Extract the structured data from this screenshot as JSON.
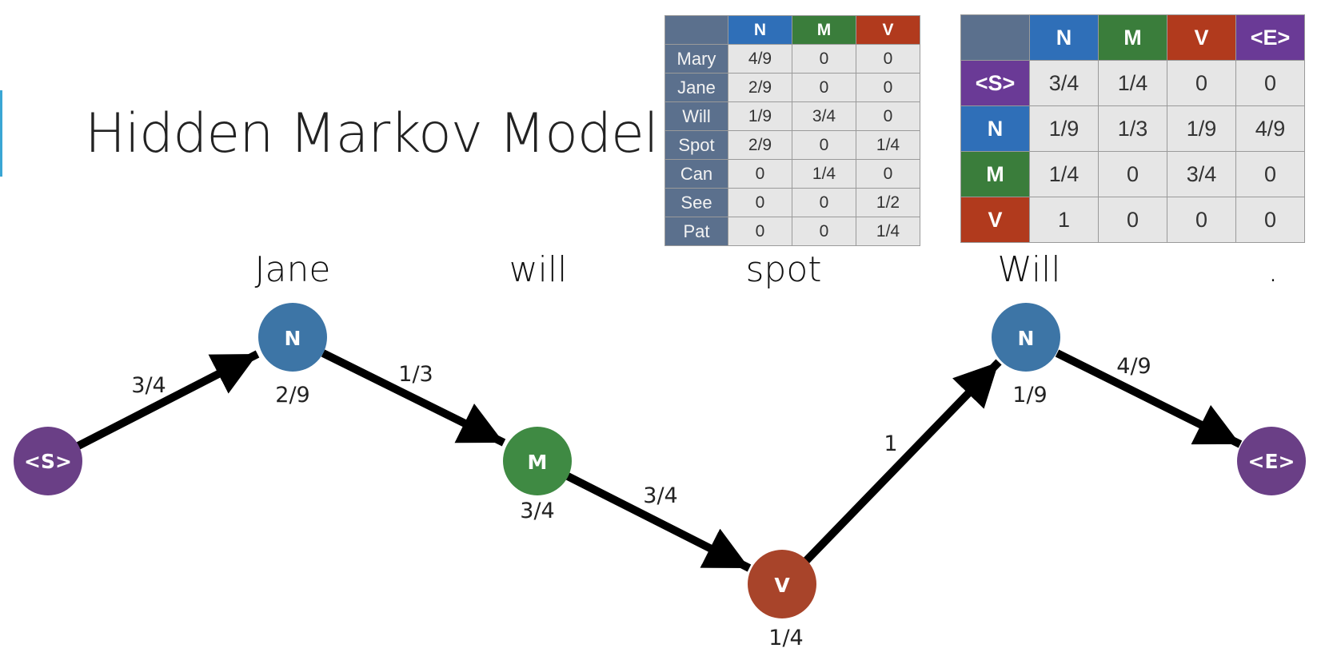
{
  "title": "Hidden Markov Model",
  "colors": {
    "N": "#2f6fb8",
    "M": "#3a7d3b",
    "V": "#b13a1d",
    "E": "#6a3a96",
    "S": "#6a3a96",
    "node_N": "#3d75a6",
    "node_M": "#3f8a43",
    "node_V": "#a8442a",
    "node_SE": "#6a3f86"
  },
  "emission_table": {
    "columns": [
      "N",
      "M",
      "V"
    ],
    "rows": [
      {
        "word": "Mary",
        "values": [
          "4/9",
          "0",
          "0"
        ]
      },
      {
        "word": "Jane",
        "values": [
          "2/9",
          "0",
          "0"
        ]
      },
      {
        "word": "Will",
        "values": [
          "1/9",
          "3/4",
          "0"
        ]
      },
      {
        "word": "Spot",
        "values": [
          "2/9",
          "0",
          "1/4"
        ]
      },
      {
        "word": "Can",
        "values": [
          "0",
          "1/4",
          "0"
        ]
      },
      {
        "word": "See",
        "values": [
          "0",
          "0",
          "1/2"
        ]
      },
      {
        "word": "Pat",
        "values": [
          "0",
          "0",
          "1/4"
        ]
      }
    ]
  },
  "transition_table": {
    "columns": [
      "N",
      "M",
      "V",
      "<E>"
    ],
    "rows": [
      {
        "state": "<S>",
        "values": [
          "3/4",
          "1/4",
          "0",
          "0"
        ]
      },
      {
        "state": "N",
        "values": [
          "1/9",
          "1/3",
          "1/9",
          "4/9"
        ]
      },
      {
        "state": "M",
        "values": [
          "1/4",
          "0",
          "3/4",
          "0"
        ]
      },
      {
        "state": "V",
        "values": [
          "1",
          "0",
          "0",
          "0"
        ]
      }
    ]
  },
  "sentence": [
    "Jane",
    "will",
    "spot",
    "Will",
    "."
  ],
  "nodes": [
    {
      "label": "<S>",
      "emission": ""
    },
    {
      "label": "N",
      "emission": "2/9"
    },
    {
      "label": "M",
      "emission": "3/4"
    },
    {
      "label": "V",
      "emission": "1/4"
    },
    {
      "label": "N",
      "emission": "1/9"
    },
    {
      "label": "<E>",
      "emission": ""
    }
  ],
  "edges": [
    {
      "from": 0,
      "to": 1,
      "prob": "3/4"
    },
    {
      "from": 1,
      "to": 2,
      "prob": "1/3"
    },
    {
      "from": 2,
      "to": 3,
      "prob": "3/4"
    },
    {
      "from": 3,
      "to": 4,
      "prob": "1"
    },
    {
      "from": 4,
      "to": 5,
      "prob": "4/9"
    }
  ]
}
